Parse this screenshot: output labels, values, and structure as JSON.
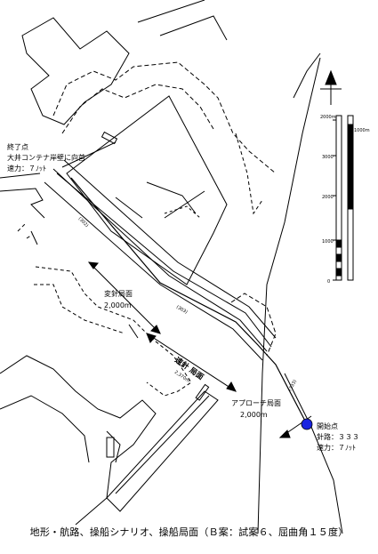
{
  "caption": "地形・航路、操船シナリオ、操船局面（Ｂ案：試案６、屈曲角１５度）",
  "end_point": {
    "title": "終了点",
    "line1": "大井コンテナ岸壁に向首",
    "speed": "速力：７ﾉｯﾄ"
  },
  "start_point": {
    "title": "開始点",
    "heading": "針路：３３３",
    "speed": "速力：７ﾉｯﾄ"
  },
  "phases": {
    "speed_change": {
      "label": "変針局面",
      "distance": "2,000m"
    },
    "speed_control": {
      "label": "速針 局面",
      "distance": "2,370m"
    },
    "approach": {
      "label": "アプローチ局面",
      "distance": "2,000m"
    }
  },
  "channel_tags": [
    "(302)",
    "(303)",
    "(333)"
  ],
  "scale_ticks": [
    "2000m",
    "1000m",
    "3000",
    "2000",
    "1000",
    "0"
  ],
  "colors": {
    "start_marker": "#1a24e0",
    "lines": "#000000"
  },
  "icons": {
    "north_arrow": "north-arrow-icon"
  }
}
